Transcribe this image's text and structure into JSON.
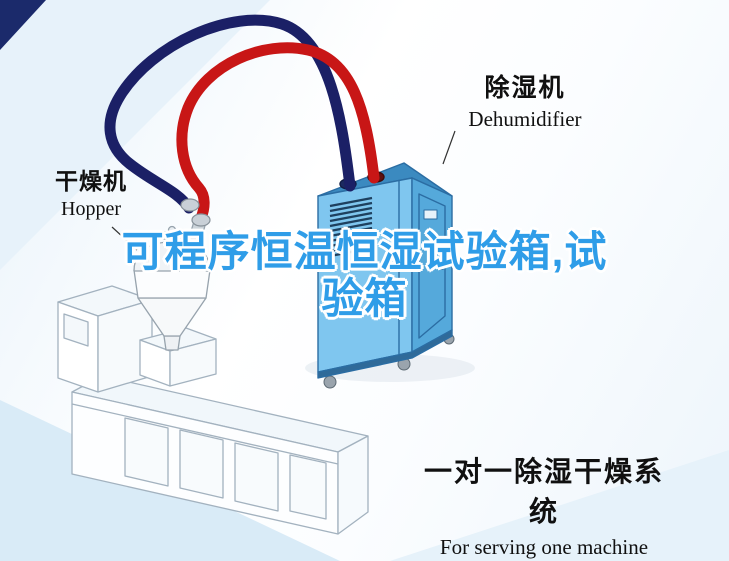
{
  "headline": {
    "line1": "可程序恒温恒湿试验箱,试",
    "line2": "验箱",
    "color": "#2f9de8"
  },
  "labels": {
    "dryer": {
      "cn": "干燥机",
      "en": "Hopper"
    },
    "dehumidifier": {
      "cn": "除湿机",
      "en": "Dehumidifier"
    },
    "footer": {
      "cn": "一对一除湿干燥系统",
      "en": "For serving one machine"
    }
  },
  "diagram": {
    "pipes": [
      {
        "name": "return-air-pipe",
        "color": "#1b2066"
      },
      {
        "name": "dry-air-pipe",
        "color": "#c81616"
      }
    ],
    "colors": {
      "corner_triangle": "#1b2a6b",
      "dehumidifier_front": "#7fc6ef",
      "dehumidifier_side": "#55a9db",
      "dehumidifier_top": "#3b8ac0",
      "machine_outline": "#a3b2bf"
    }
  }
}
